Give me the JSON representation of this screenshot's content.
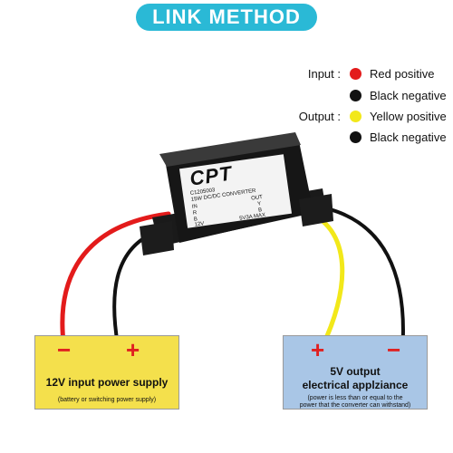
{
  "header": {
    "title": "LINK METHOD"
  },
  "legend": [
    {
      "tag": "Input :",
      "color": "#e31b1b",
      "label": "Red positive"
    },
    {
      "tag": "",
      "color": "#111111",
      "label": "Black negative"
    },
    {
      "tag": "Output :",
      "color": "#f2e81a",
      "label": "Yellow positive"
    },
    {
      "tag": "",
      "color": "#111111",
      "label": "Black negative"
    }
  ],
  "module": {
    "brand": "CPT",
    "model": "C1205003",
    "spec": "15W DC/DC CONVERTER",
    "in_label": "IN",
    "out_label": "OUT",
    "r": "R",
    "b": "B",
    "y": "Y",
    "in_voltage": "12V",
    "out_rating": "5V3A MAX"
  },
  "input_box": {
    "minus": "−",
    "plus": "+",
    "title": "12V input power supply",
    "note": "(battery or switching power supply)"
  },
  "output_box": {
    "plus": "+",
    "minus": "−",
    "title_line1": "5V output",
    "title_line2": "electrical applziance",
    "note_line1": "(power is less than or equal to the",
    "note_line2": "power that the converter can withstand)"
  }
}
